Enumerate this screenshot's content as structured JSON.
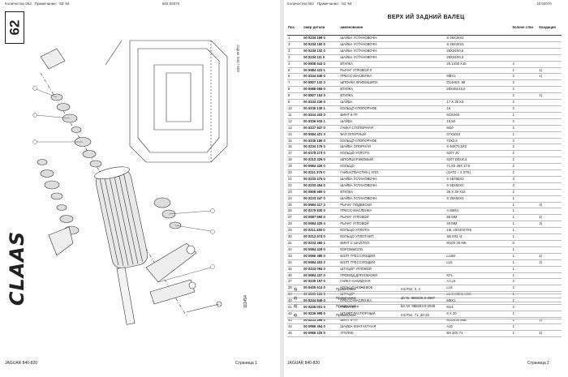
{
  "left": {
    "header_qty_label": "Количество 062",
    "header_note_label": "Примечание:",
    "header_note_value": "'63 '64",
    "header_ref": "802 02070",
    "sheet_number": "62",
    "vertical_title": "Jaguar 840 / 820",
    "logo_text": "CLAAS",
    "drawing_id": "111454",
    "footer_model": "JAGUAR 840-820",
    "footer_page": "Страница 1"
  },
  "right": {
    "header_qty_label": "Количество 062",
    "header_note_label": "Примечание:",
    "header_note_value": "'63 '64",
    "header_ref": "IZ 02070",
    "title": "ВЕРХ ИЙ ЗАДНИЙ ВАЛЕЦ",
    "columns": [
      "Поз.",
      "омер детали",
      "аименование",
      "",
      "Количе ство",
      "Кондиция"
    ],
    "rows": [
      [
        "1",
        "00 0234 169 0",
        "ШАЙБА УСТАНОВОЧН.",
        "S 26X34X2",
        "",
        ""
      ],
      [
        "2",
        "00 0234 150 0",
        "ШАЙБА УСТАНОВОЧН.",
        "S 26X34X1",
        "",
        ""
      ],
      [
        "3",
        "00 0234 132 0",
        "ШАЙБА УСТАНОВОЧН.",
        "26X34X0,5",
        "",
        ""
      ],
      [
        "4",
        "00 0234 111 0",
        "ШАЙБА УСТАНОВОЧН.",
        "26X34X0,3",
        "",
        ""
      ],
      [
        "4",
        "00 0808 543 0",
        "ВТУЛКА",
        "25.1X30 X15",
        "4",
        ""
      ],
      [
        "5",
        "00 0984 423 1",
        "РЫЧАГ УГЛОВОЙ Л",
        "",
        "1",
        "1)"
      ],
      [
        "6",
        "00 0244 846 0",
        "ПРЕСС-МАСЛЕНКА",
        "M8X1",
        "2",
        "1)"
      ],
      [
        "7",
        "00 0807 132 3",
        "ШПОНКА КРИВОШИПА",
        "D14H5X .88",
        "2",
        ""
      ],
      [
        "8",
        "00 0988 659 0",
        "ВТУЛКА",
        "26X45X16,5",
        "2",
        ""
      ],
      [
        "8",
        "00 0807 153 3",
        "ВТУЛКА",
        "",
        "2",
        "1)"
      ],
      [
        "9",
        "00 0234 236 0",
        "ШАЙБА",
        "17 X 39 X3",
        "2",
        ""
      ],
      [
        "10",
        "00 0235 135 1",
        "КОЛЬЦО СТОПОРНОЕ",
        "16",
        "2",
        ""
      ],
      [
        "11",
        "00 0244 403 0",
        "ВИНТ 6-ГР.",
        "M16X60",
        "1",
        ""
      ],
      [
        "12",
        "00 0236 915 1",
        "ШАЙБА",
        "10,50",
        "2",
        ""
      ],
      [
        "13",
        "00 0237 947 0",
        "ГАЙКА СТОПОРНАЯ",
        "M10",
        "2",
        ""
      ],
      [
        "14",
        "00 0984 421 3",
        "ВАЛ ОПОРНЫЙ",
        "37X1024",
        "1",
        ""
      ],
      [
        "15",
        "00 0235 186 0",
        "КОЛЬЦО СТОПОРНОЕ",
        "72X2,5",
        "2",
        ""
      ],
      [
        "16",
        "00 0234 176 0",
        "ШАЙБА ОПОРНАЯ",
        "S 60X71,5X2",
        "2",
        ""
      ],
      [
        "17",
        "00 0178 273 0",
        "КОЛЬЦО УПЛОТН.",
        "6207 JV",
        "2",
        ""
      ],
      [
        "18",
        "00 0212 326 0",
        "ШПОЛШАРИКОВЫЙ",
        "6207 DDUC4",
        "2",
        ""
      ],
      [
        "19",
        "00 0984 426 0",
        "КОЛЬЦО",
        "71,5X 35X 17,5",
        "2",
        ""
      ],
      [
        "20",
        "00 0211 375 0",
        "ГАЙКА(ПЛАСТИН.) УПЛ.",
        "(SATZ = 2 STK)",
        "2",
        ""
      ],
      [
        "21",
        "00 0233 475 0",
        "ШАЙБА УСТАНОВОЧН.",
        "S 55X55X3",
        "3",
        ""
      ],
      [
        "22",
        "00 0233 454 0",
        "ШАЙБА УСТАНОВОЧН.",
        "S 55X50X2",
        "3",
        ""
      ],
      [
        "23",
        "00 0808 565 0",
        "ВТУЛКА",
        "35 X 39 X22",
        "2",
        ""
      ],
      [
        "24",
        "00 0233 347 0",
        "ШАЙБА УСТАНОВОЧН.",
        "S 35X50X1",
        "1",
        ""
      ],
      [
        "25",
        "00 0984 417 3",
        "РЫЧАГ ПОДВЕСКИ",
        "",
        "1",
        "4)"
      ],
      [
        "26",
        "00 0179 830 0",
        "ПРЕСС-МАСЛЕНКА",
        "A M8X1",
        "1",
        ""
      ],
      [
        "27",
        "00 0987 550 0",
        "РЫЧАГ УГЛОВОЙ",
        "55 MM",
        "1",
        "1)"
      ],
      [
        "28",
        "00 0984 425 4",
        "РЫЧАГ УГЛОВОЙ",
        "40 MM",
        "1",
        "3)"
      ],
      [
        "29",
        "00 0211 450 0",
        "КОЛЬЦО УПЛОТН.",
        "15L 16X40X7X9",
        "1",
        ""
      ],
      [
        "30",
        "00 0212 574 0",
        "КОЛЬЦО УПЛОТНИТ.",
        "SB 6X2 /4",
        "1",
        ""
      ],
      [
        "31",
        "00 0233 365 1",
        "ВИНТ С ШАЙ.ГОЛ.",
        "M10X 20 MK",
        "6",
        ""
      ],
      [
        "32",
        "00 0984 419 0",
        "КОРОМЫСЛО",
        "",
        "1",
        ""
      ],
      [
        "33",
        "00 0986 385 0",
        "БОЛТ ГРЕССУЮЩИЙ",
        "LL5M",
        "1",
        "1)"
      ],
      [
        "34",
        "00 0984 403 2",
        "БОЛТ ГРЕССУЮЩИЙ",
        "LL5",
        "1",
        "2)"
      ],
      [
        "35",
        "00 0233 094 0",
        "ШТУЦЕР УГЛОВОЙ",
        "",
        "1",
        ""
      ],
      [
        "36",
        "00 0984 437 0",
        "ПРОВОД ДЛЯ СМАЗКИ",
        "KFL",
        "1",
        ""
      ],
      [
        "37",
        "00 0239 157 0",
        "ГАЙКА НАКИДНАЯ",
        "A LL5",
        "2",
        ""
      ],
      [
        "38",
        "00 0405 614 0",
        "КОЛЬЦО НОЖЕВОЕ",
        "LL5",
        "2",
        ""
      ],
      [
        "39",
        "00 0239 156 0",
        "ШТУЦЕР",
        "LL S-M8X1 KSS",
        "1",
        ""
      ],
      [
        "40",
        "00 0244 846 0",
        "ПРЕСС-МАСЛЕНКА",
        "M8X1",
        "1",
        ""
      ],
      [
        "41",
        "00 0235 001 0",
        "ГАЙКА 6-ГР.",
        "M14",
        "2",
        ""
      ],
      [
        "42",
        "00 0236 999 0",
        "ШТИФТ РАСПОРНЫЙ",
        "8 X 20",
        "1",
        ""
      ],
      [
        "43",
        "00 0233 396 0",
        "ВИНТ 6-ГР.",
        "M10X30 M8L",
        "1",
        "1)"
      ],
      [
        "44",
        "00 0986 364 0",
        "ШАЙБА КОНТАКТНАЯ",
        "A10",
        "1",
        ""
      ],
      [
        "45",
        "00 0986 225 0",
        "УГОЛОК",
        "BX 30X 71",
        "1",
        "1)"
      ]
    ],
    "notes": [
      {
        "key": "1)",
        "label": "Примечание",
        "value": "mit Pos. 2, 4"
      },
      {
        "key": "2)",
        "label": "Примечание",
        "value": "ab Nr. 98603S.0-2587"
      },
      {
        "key": "3)",
        "label": "Примечание",
        "value": "bis Nr. 988203.0-2946"
      },
      {
        "key": "4)",
        "label": "Примечание",
        "value": "mit Pos. 71, 30-33"
      }
    ],
    "footer_model": "JAGUAR 840-820",
    "footer_page": "Страница 2"
  }
}
